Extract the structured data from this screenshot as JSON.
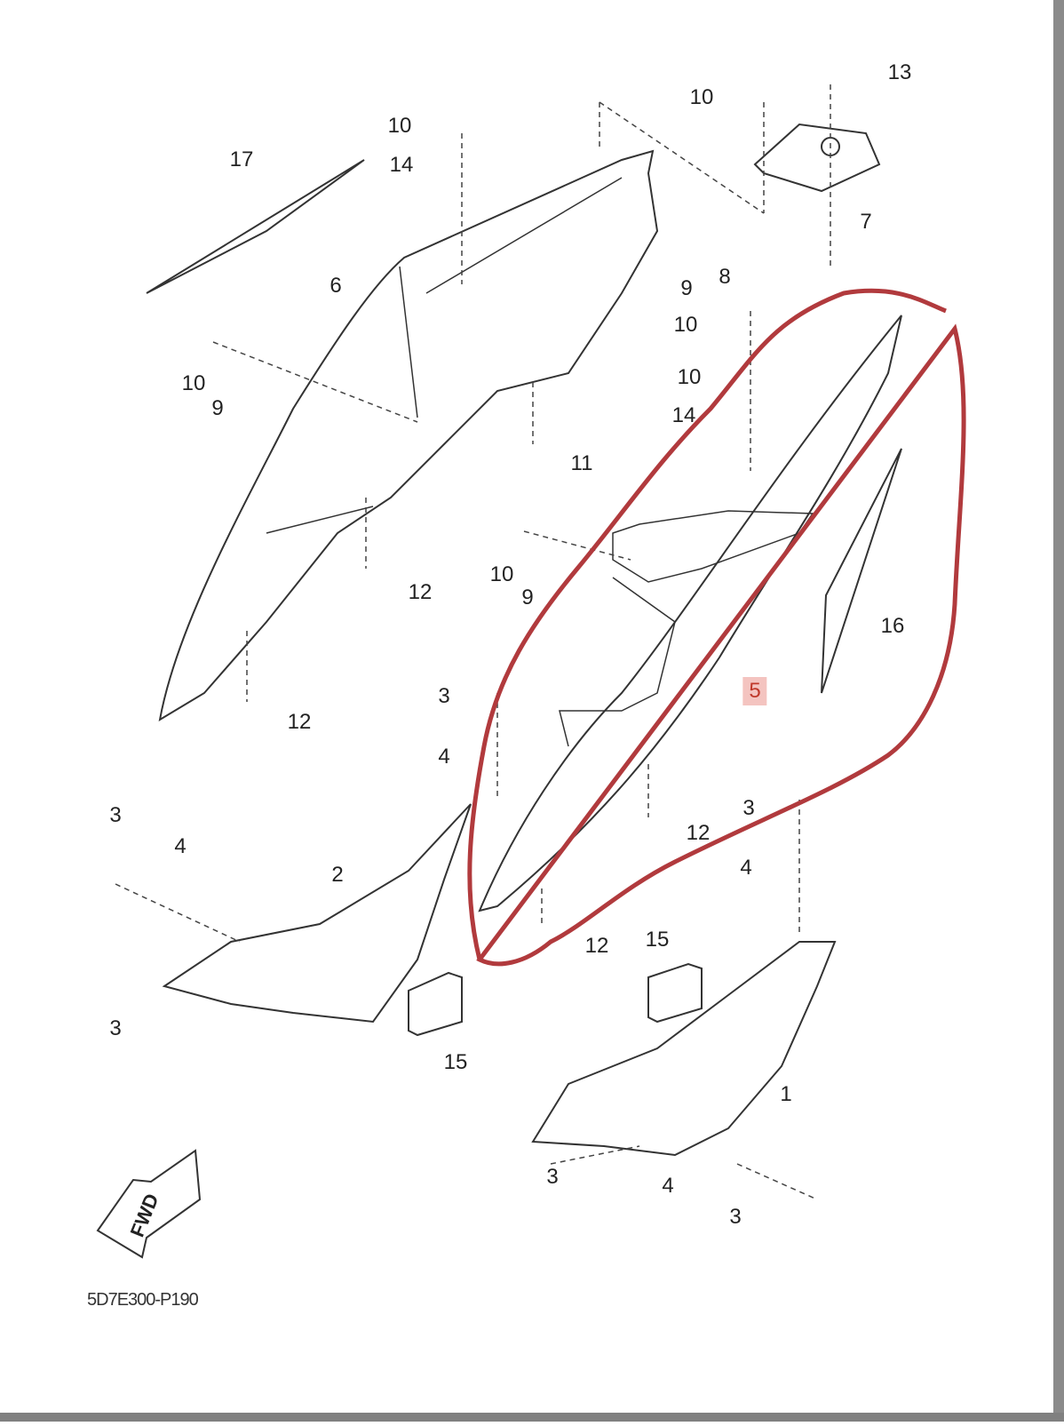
{
  "diagram": {
    "drawing_code": "5D7E300-P190",
    "fwd_label": "FWD",
    "highlight_color": "#c0392b",
    "highlighted_part": "5",
    "callouts": [
      "13",
      "10",
      "10",
      "14",
      "17",
      "7",
      "6",
      "8",
      "9",
      "10",
      "10",
      "9",
      "10",
      "14",
      "11",
      "16",
      "10",
      "9",
      "12",
      "3",
      "5",
      "12",
      "4",
      "3",
      "4",
      "3",
      "12",
      "2",
      "4",
      "12",
      "15",
      "3",
      "15",
      "1",
      "3",
      "4",
      "3"
    ]
  }
}
